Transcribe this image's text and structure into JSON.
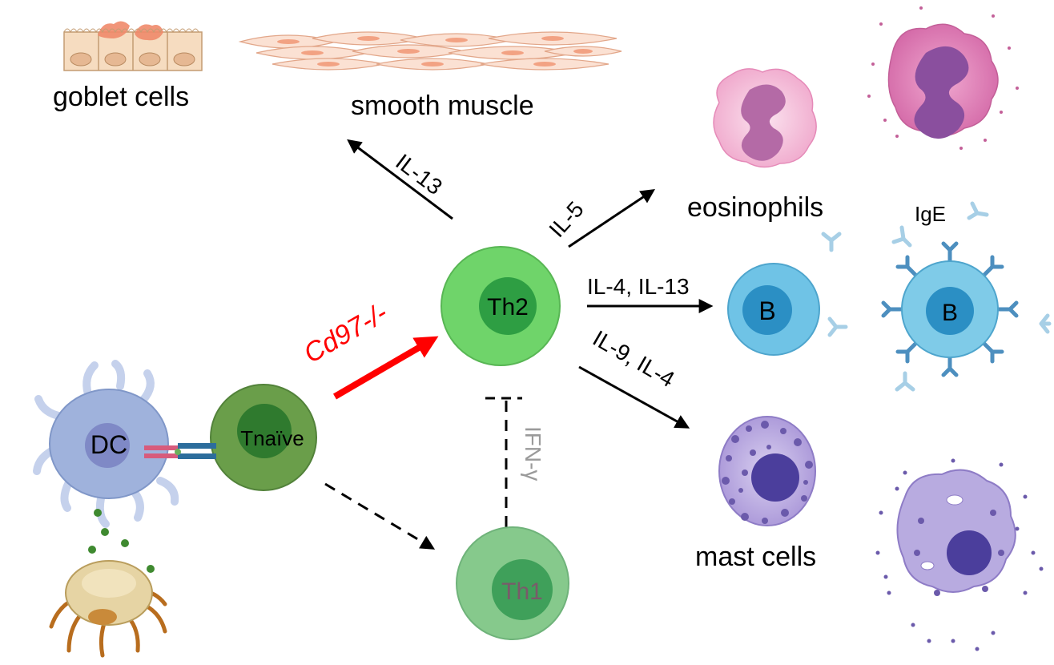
{
  "labels": {
    "goblet_cells": "goblet cells",
    "smooth_muscle": "smooth muscle",
    "eosinophils": "eosinophils",
    "mast_cells": "mast cells",
    "ige": "IgE"
  },
  "cells": {
    "dc": "DC",
    "tnaive": "Tnaïve",
    "th2": "Th2",
    "th1": "Th1",
    "b_cell": "B",
    "b_cell_activated": "B"
  },
  "arrows": {
    "il13": "IL-13",
    "il5": "IL-5",
    "il4_il13": "IL-4, IL-13",
    "il9_il4": "IL-9,  IL-4",
    "cd97": "Cd97-/-",
    "ifng": "IFN-γ"
  },
  "colors": {
    "cd97_arrow": "#ff0000",
    "th2_outer": "#6fd46a",
    "th2_inner": "#2e9e43",
    "tnaive_outer": "#6a9e4a",
    "tnaive_inner": "#2f7a2e",
    "th1_outer": "#87c98f",
    "th1_inner": "#3fa05a",
    "b_outer": "#6fc3e6",
    "b_inner": "#2b8fc4",
    "dc": "#9fb2dc",
    "eosinophil": "#f2b6d6",
    "mast_cell": "#b9a9df"
  }
}
